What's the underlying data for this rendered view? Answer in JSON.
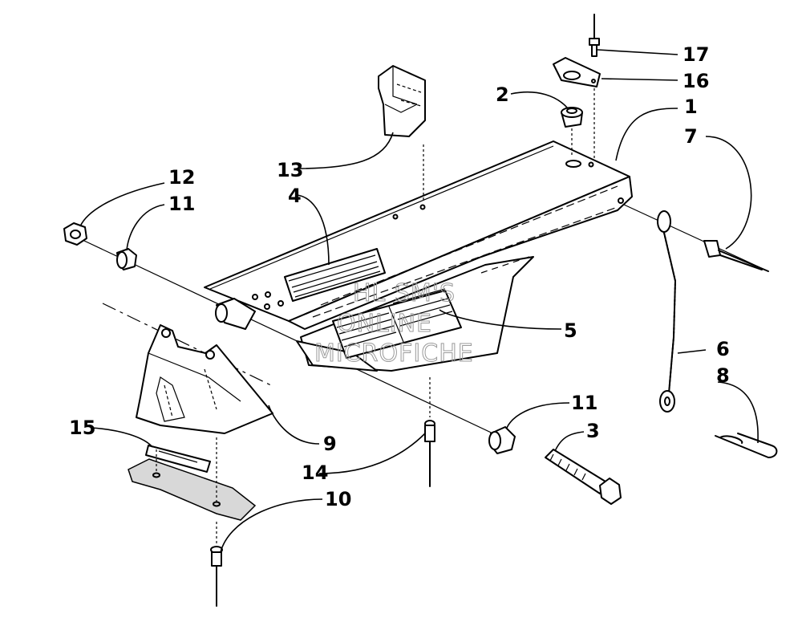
{
  "diagram": {
    "callouts": [
      "1",
      "2",
      "3",
      "4",
      "5",
      "6",
      "7",
      "8",
      "9",
      "10",
      "11",
      "11",
      "12",
      "13",
      "14",
      "15",
      "16",
      "17"
    ],
    "watermark": [
      "HL SM'S",
      "ONLINE",
      "MICROFICHE"
    ]
  }
}
